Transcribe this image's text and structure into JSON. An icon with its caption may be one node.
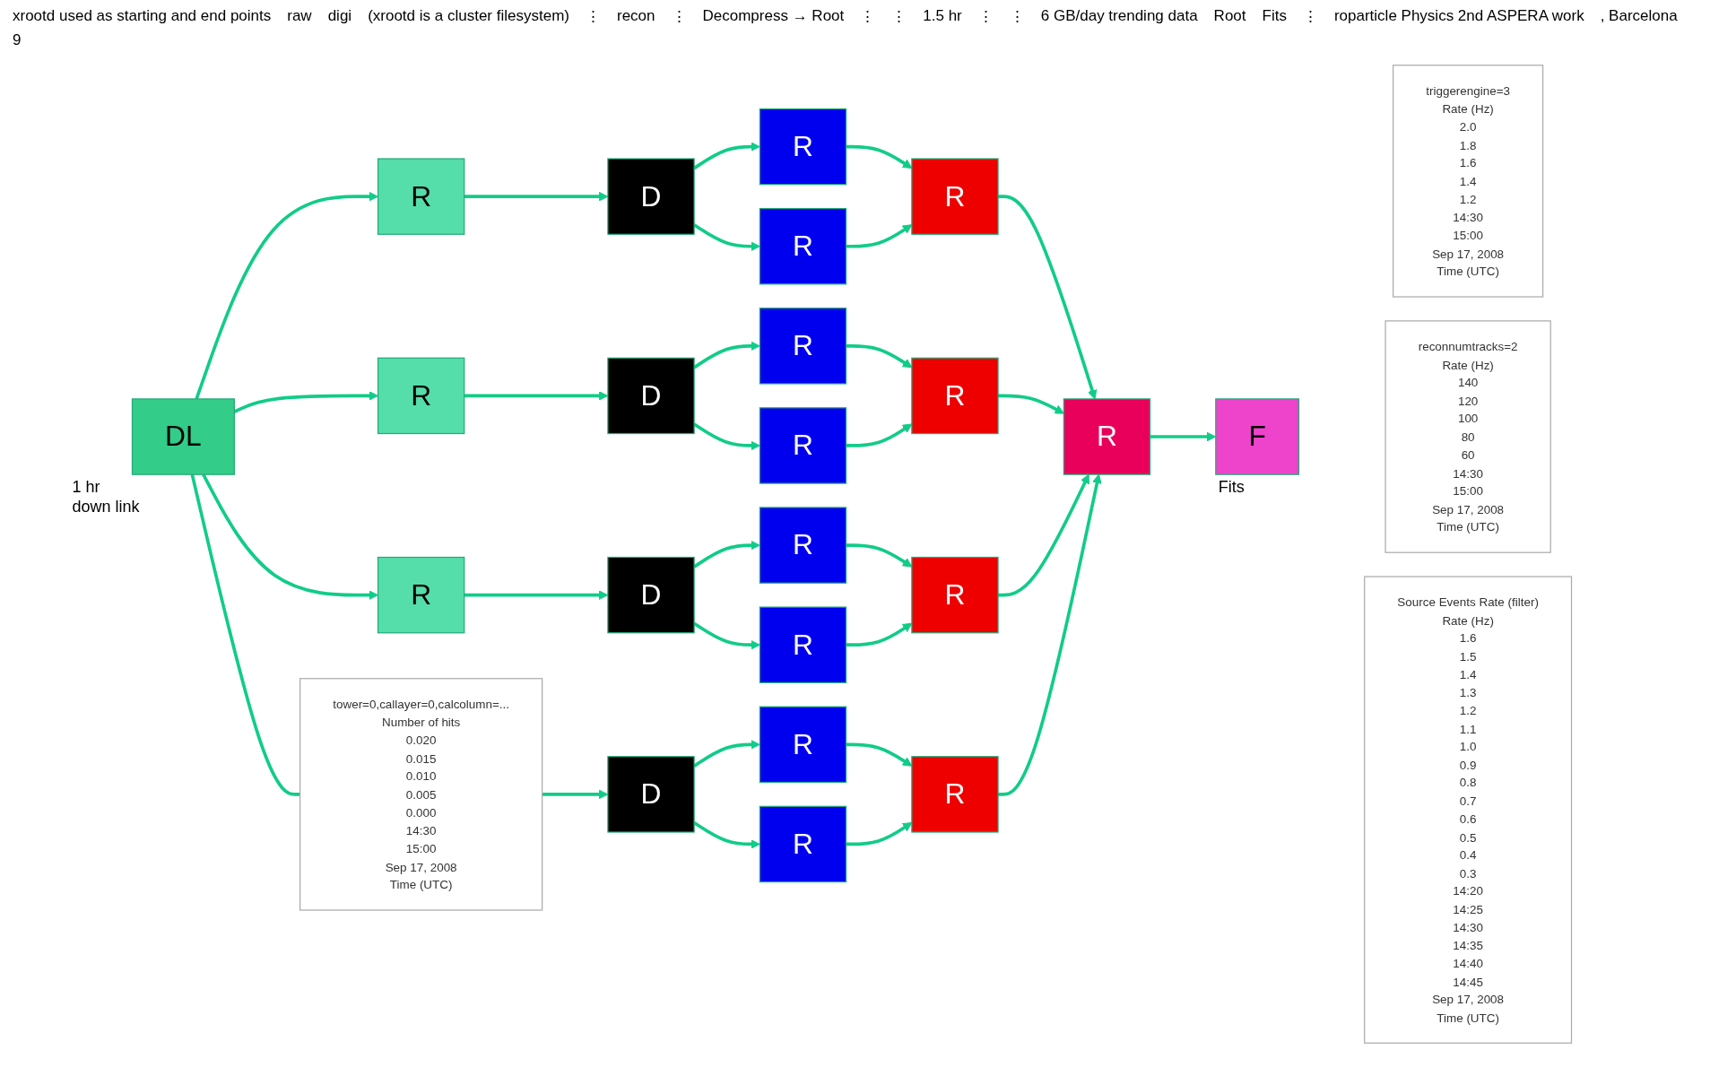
{
  "diagram": {
    "nodes": [
      {
        "text": [
          "DL"
        ],
        "beside": [
          "1 hr",
          "down link"
        ]
      },
      {
        "text": [
          "R"
        ]
      },
      {
        "text": [
          "R"
        ]
      },
      {
        "text": [
          "R"
        ]
      },
      {
        "text": [
          "tower=0,callayer=0,calcolumn=...",
          "Number of hits",
          "0.020",
          "0.015",
          "0.010",
          "0.005",
          "0.000",
          "14:30",
          "15:00",
          "Sep 17, 2008",
          "Time (UTC)"
        ]
      },
      {
        "text": [
          "D"
        ]
      },
      {
        "text": [
          "D"
        ]
      },
      {
        "text": [
          "D"
        ]
      },
      {
        "text": [
          "D"
        ]
      },
      {
        "text": [
          "R"
        ]
      },
      {
        "text": [
          "R"
        ]
      },
      {
        "text": [
          "R"
        ]
      },
      {
        "text": [
          "R"
        ]
      },
      {
        "text": [
          "R"
        ]
      },
      {
        "text": [
          "R"
        ]
      },
      {
        "text": [
          "R"
        ]
      },
      {
        "text": [
          "R"
        ]
      },
      {
        "text": [
          "R"
        ]
      },
      {
        "text": [
          "R"
        ]
      },
      {
        "text": [
          "R"
        ]
      },
      {
        "text": [
          "R"
        ]
      },
      {
        "text": [
          "R"
        ]
      },
      {
        "text": [
          "F"
        ],
        "beside": [
          "Fits"
        ]
      },
      {
        "text": [
          "triggerengine=3",
          "Rate (Hz)",
          "2.0",
          "1.8",
          "1.6",
          "1.4",
          "1.2",
          "14:30",
          "15:00",
          "Sep 17, 2008",
          "Time (UTC)"
        ]
      },
      {
        "text": [
          "reconnumtracks=2",
          "Rate (Hz)",
          "140",
          "120",
          "100",
          "80",
          "60",
          "14:30",
          "15:00",
          "Sep 17, 2008",
          "Time (UTC)"
        ]
      },
      {
        "text": [
          "Source Events Rate (filter)",
          "Rate (Hz)",
          "1.6",
          "1.5",
          "1.4",
          "1.3",
          "1.2",
          "1.1",
          "1.0",
          "0.9",
          "0.8",
          "0.7",
          "0.6",
          "0.5",
          "0.4",
          "0.3",
          "14:20",
          "14:25",
          "14:30",
          "14:35",
          "14:40",
          "14:45",
          "Sep 17, 2008",
          "Time (UTC)"
        ]
      }
    ],
    "edges": [
      {
        "from": 0,
        "to": 1,
        "arrow": "to"
      },
      {
        "from": 0,
        "to": 2,
        "arrow": "to"
      },
      {
        "from": 0,
        "to": 3,
        "arrow": "to"
      },
      {
        "from": 0,
        "to": 4,
        "arrow": "none"
      },
      {
        "from": 1,
        "to": 5,
        "arrow": "to"
      },
      {
        "from": 2,
        "to": 6,
        "arrow": "to"
      },
      {
        "from": 3,
        "to": 7,
        "arrow": "to"
      },
      {
        "from": 4,
        "to": 8,
        "arrow": "to"
      },
      {
        "from": 5,
        "to": 9,
        "arrow": "to"
      },
      {
        "from": 5,
        "to": 10,
        "arrow": "to"
      },
      {
        "from": 6,
        "to": 11,
        "arrow": "to"
      },
      {
        "from": 6,
        "to": 12,
        "arrow": "to"
      },
      {
        "from": 7,
        "to": 13,
        "arrow": "to"
      },
      {
        "from": 7,
        "to": 14,
        "arrow": "to"
      },
      {
        "from": 8,
        "to": 15,
        "arrow": "to"
      },
      {
        "from": 8,
        "to": 16,
        "arrow": "to"
      },
      {
        "from": 9,
        "to": 17,
        "arrow": "to"
      },
      {
        "from": 10,
        "to": 17,
        "arrow": "to"
      },
      {
        "from": 11,
        "to": 18,
        "arrow": "to"
      },
      {
        "from": 12,
        "to": 18,
        "arrow": "to"
      },
      {
        "from": 13,
        "to": 19,
        "arrow": "to"
      },
      {
        "from": 14,
        "to": 19,
        "arrow": "to"
      },
      {
        "from": 15,
        "to": 20,
        "arrow": "to"
      },
      {
        "from": 16,
        "to": 20,
        "arrow": "to"
      },
      {
        "from": 17,
        "to": 21,
        "arrow": "to"
      },
      {
        "from": 18,
        "to": 21,
        "arrow": "to"
      },
      {
        "from": 19,
        "to": 21,
        "arrow": "to"
      },
      {
        "from": 20,
        "to": 21,
        "arrow": "to"
      },
      {
        "from": 21,
        "to": 22,
        "arrow": "to"
      }
    ],
    "labels": [
      "xrootd used as starting and end points",
      "raw",
      "digi",
      "(xrootd is a cluster filesystem)",
      "⋮",
      "recon",
      "⋮",
      "Decompress → Root",
      "⋮",
      "⋮",
      "1.5 hr",
      "⋮",
      "⋮",
      "6 GB/day trending data",
      "Root",
      "Fits",
      "⋮",
      "roparticle Physics 2nd ASPERA work",
      ", Barcelona",
      "9"
    ]
  }
}
